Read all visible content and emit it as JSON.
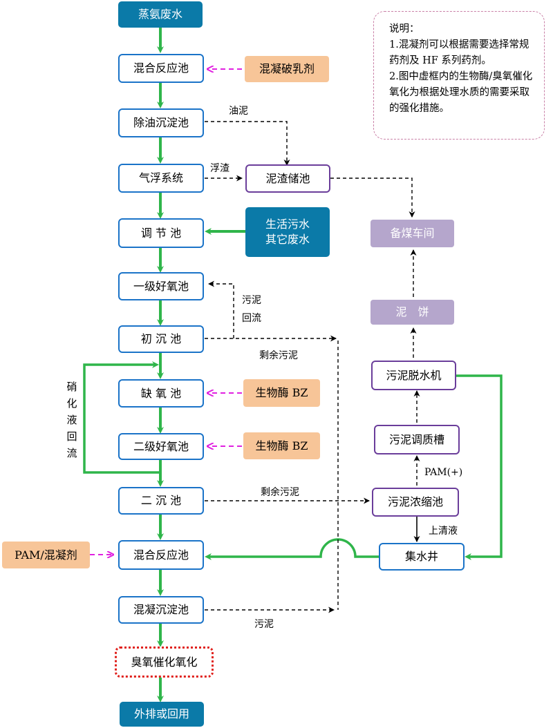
{
  "colors": {
    "main_flow": "#2fb54a",
    "blue_border": "#1a73c8",
    "purple_border": "#6a3d9a",
    "teal_fill": "#0b7aa8",
    "orange_fill": "#f7c598",
    "lavender_fill": "#b5a6cc",
    "dashed_arrow": "#000000",
    "magenta_arrow": "#e020e0",
    "dotted_red": "#e0201c"
  },
  "nodes": {
    "ammonia_wastewater": "蒸氨废水",
    "mixing_tank_1": "混合反应池",
    "demulsifier": "混凝破乳剂",
    "oil_removal_tank": "除油沉淀池",
    "air_flotation": "气浮系统",
    "sludge_scum_tank": "泥渣储池",
    "coal_prep_room": "备煤车间",
    "regulating_tank": "调 节 池",
    "domestic_sewage_1": "生活污水",
    "domestic_sewage_2": "其它废水",
    "primary_aerobic": "一级好氧池",
    "sludge_cake": "泥　饼",
    "primary_settling": "初 沉 池",
    "sludge_dewatering": "污泥脱水机",
    "anoxic_tank": "缺 氧 池",
    "enzyme_1": "生物酶 BZ",
    "secondary_aerobic": "二级好氧池",
    "enzyme_2": "生物酶 BZ",
    "sludge_conditioning": "污泥调质槽",
    "secondary_settling": "二 沉 池",
    "sludge_thickener": "污泥浓缩池",
    "pam_coagulant": "PAM/混凝剂",
    "mixing_tank_2": "混合反应池",
    "sump": "集水井",
    "coag_settling": "混凝沉淀池",
    "ozone_oxidation": "臭氧催化氧化",
    "discharge_reuse": "外排或回用"
  },
  "labels": {
    "oil_sludge": "油泥",
    "scum": "浮渣",
    "sludge_return_1": "污泥",
    "sludge_return_2": "回流",
    "excess_sludge_1": "剩余污泥",
    "nitrification_return": "硝化液回流",
    "excess_sludge_2": "剩余污泥",
    "pam_plus": "PAM(+)",
    "supernatant": "上清液",
    "sludge_bottom": "污泥"
  },
  "notes": {
    "title": "说明：",
    "line_1": "1.混凝剂可以根据需要选择常规药剂及 HF 系列药剂。",
    "line_2": "2.图中虚框内的生物酶/臭氧催化氧化为根据处理水质的需要采取的强化措施。"
  }
}
